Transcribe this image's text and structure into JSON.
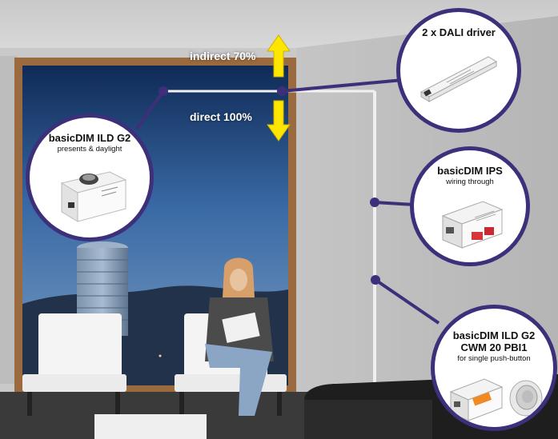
{
  "labels": {
    "indirect": "indirect 70%",
    "direct": "direct 100%"
  },
  "callouts": {
    "dali_driver": {
      "title": "2 x DALI driver"
    },
    "ild_g2": {
      "title": "basicDIM ILD G2",
      "subtitle": "presents & daylight"
    },
    "ips": {
      "title": "basicDIM IPS",
      "subtitle": "wiring through"
    },
    "ild_g2_cwm": {
      "title_line1": "basicDIM ILD G2",
      "title_line2": "CWM 20 PBI1",
      "subtitle": "for single push-button"
    }
  },
  "colors": {
    "callout_border": "#3d2f7a",
    "connector": "#3d2f7a",
    "arrow": "#ffe600"
  },
  "icons": [
    "sensor-device-icon",
    "dali-driver-icon",
    "ips-module-icon",
    "push-button-module-icon",
    "push-button-icon"
  ]
}
